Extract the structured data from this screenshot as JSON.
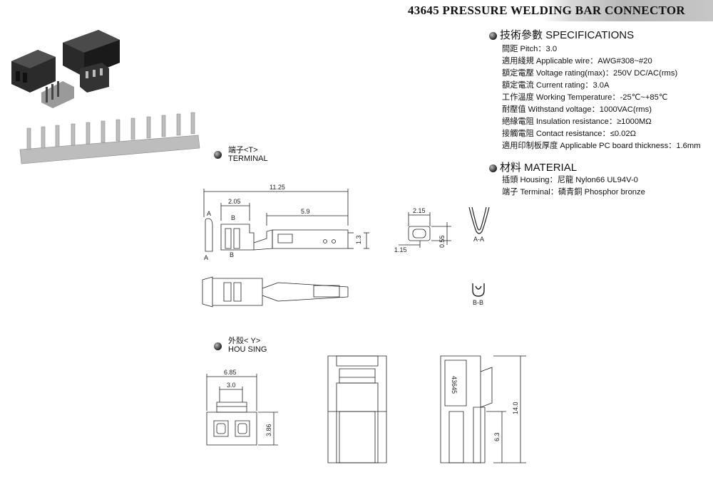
{
  "header": {
    "title": "43645 PRESSURE WELDING BAR CONNECTOR"
  },
  "specifications": {
    "heading": "技術參數 SPECIFICATIONS",
    "items": [
      "間距 Pitch：3.0",
      "適用綫規 Applicable wire：AWG#308~#20",
      "額定電壓 Voltage rating(max)：250V DC/AC(rms)",
      "額定電流 Current rating：3.0A",
      "工作溫度 Working Temperature：-25℃~+85℃",
      "耐壓值 Withstand voltage：1000VAC(rms)",
      "絕緣電阻 Insulation resistance：≥1000MΩ",
      "接觸電阻 Contact resistance：≤0.02Ω",
      "適用印制板厚度 Applicable PC board thickness：1.6mm"
    ]
  },
  "material": {
    "heading": "材料 MATERIAL",
    "items": [
      "插頭 Housing：尼龍 Nylon66  UL94V-0",
      "端子 Terminal：磷青銅 Phosphor bronze"
    ]
  },
  "terminal_section": {
    "label_cn": "端子<T>",
    "label_en": "TERMINAL",
    "dims": {
      "overall": "11.25",
      "d1": "2.05",
      "d2": "5.9",
      "height": "1.3",
      "a_top": "A",
      "a_bottom": "A",
      "b_top": "B",
      "b_bottom": "B"
    },
    "section_view": {
      "width": "2.15",
      "offset": "1.15",
      "height": "0.55"
    },
    "aa_label": "A-A",
    "bb_label": "B-B"
  },
  "housing_section": {
    "label_cn": "外殼< Y>",
    "label_en": "HOU SING",
    "dims": {
      "width": "6.85",
      "pitch": "3.0",
      "height": "3.86",
      "total_height": "14.0",
      "lower_height": "6.3"
    },
    "part_marking": "43645"
  }
}
